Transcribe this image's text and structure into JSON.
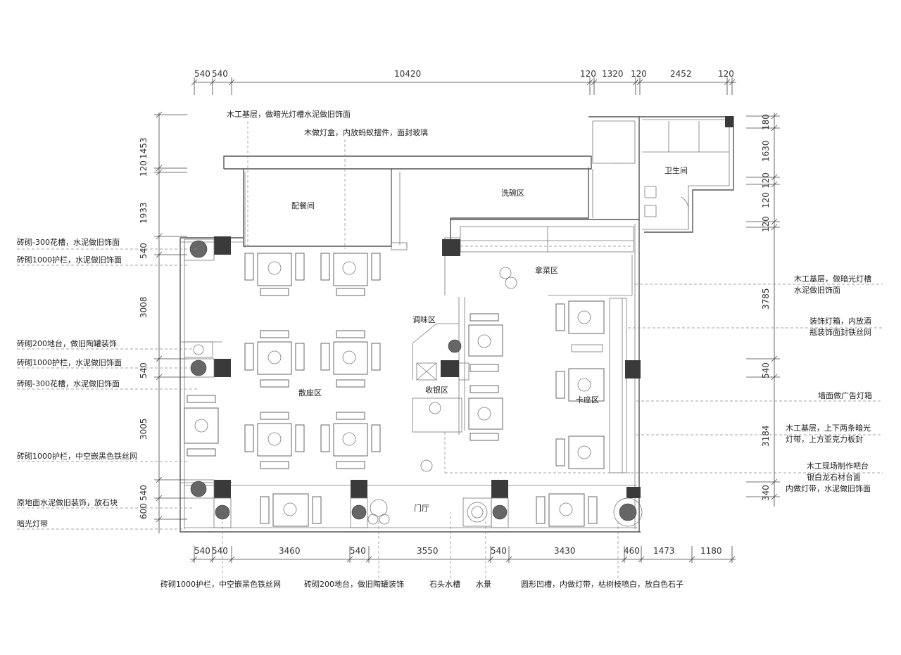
{
  "dims": {
    "top": [
      "540",
      "540",
      "10420",
      "120",
      "1320",
      "120",
      "2452",
      "120"
    ],
    "bottom": [
      "540",
      "540",
      "3460",
      "540",
      "3550",
      "540",
      "3430",
      "460",
      "1473",
      "1180"
    ],
    "left": [
      "1453",
      "120",
      "1933",
      "540",
      "3008",
      "540",
      "3005",
      "540",
      "600"
    ],
    "right": [
      "180",
      "1630",
      "120",
      "120",
      "120",
      "3785",
      "540",
      "3184",
      "340"
    ]
  },
  "rooms": {
    "prep": "配餐间",
    "wash": "洗碗区",
    "toilet": "卫生间",
    "pickup": "拿菜区",
    "seasoning": "调味区",
    "cashier": "收银区",
    "open_seating": "散座区",
    "booth": "卡座区",
    "hall": "门厅"
  },
  "notes_top": {
    "n1": "木工基层，做暗光灯槽水泥做旧饰面",
    "n2": "木做灯盒，内放蚂蚁摆件，面封玻璃"
  },
  "notes_left": [
    "砖砌-300花槽，水泥做旧饰面",
    "砖砌1000护栏，水泥做旧饰面",
    "砖砌200地台，做旧陶罐装饰",
    "砖砌1000护栏，水泥做旧饰面",
    "砖砌-300花槽，水泥做旧饰面",
    "砖砌1000护栏，中空嵌黑色铁丝网",
    "原地面水泥做旧装饰，放石块",
    "暗光灯带"
  ],
  "notes_right": [
    [
      "木工基层，做暗光灯槽",
      "水泥做旧饰面"
    ],
    [
      "装饰灯箱，内放酒",
      "瓶装饰面封铁丝网"
    ],
    [
      "墙面做广告灯箱"
    ],
    [
      "木工基层，上下两条暗光",
      "灯带，上方亚克力板封"
    ],
    [
      "木工现场制作吧台",
      "银白龙石材台面",
      "内做灯带，水泥做旧饰面"
    ]
  ],
  "notes_bottom": {
    "b1": "砖砌1000护栏，中空嵌黑色铁丝网",
    "b2": "砖砌200地台，做旧陶罐装饰",
    "b3": "石头水槽",
    "b4": "水景",
    "b5": "圆形凹槽，内做灯带，枯树枝喷白，放白色石子"
  }
}
